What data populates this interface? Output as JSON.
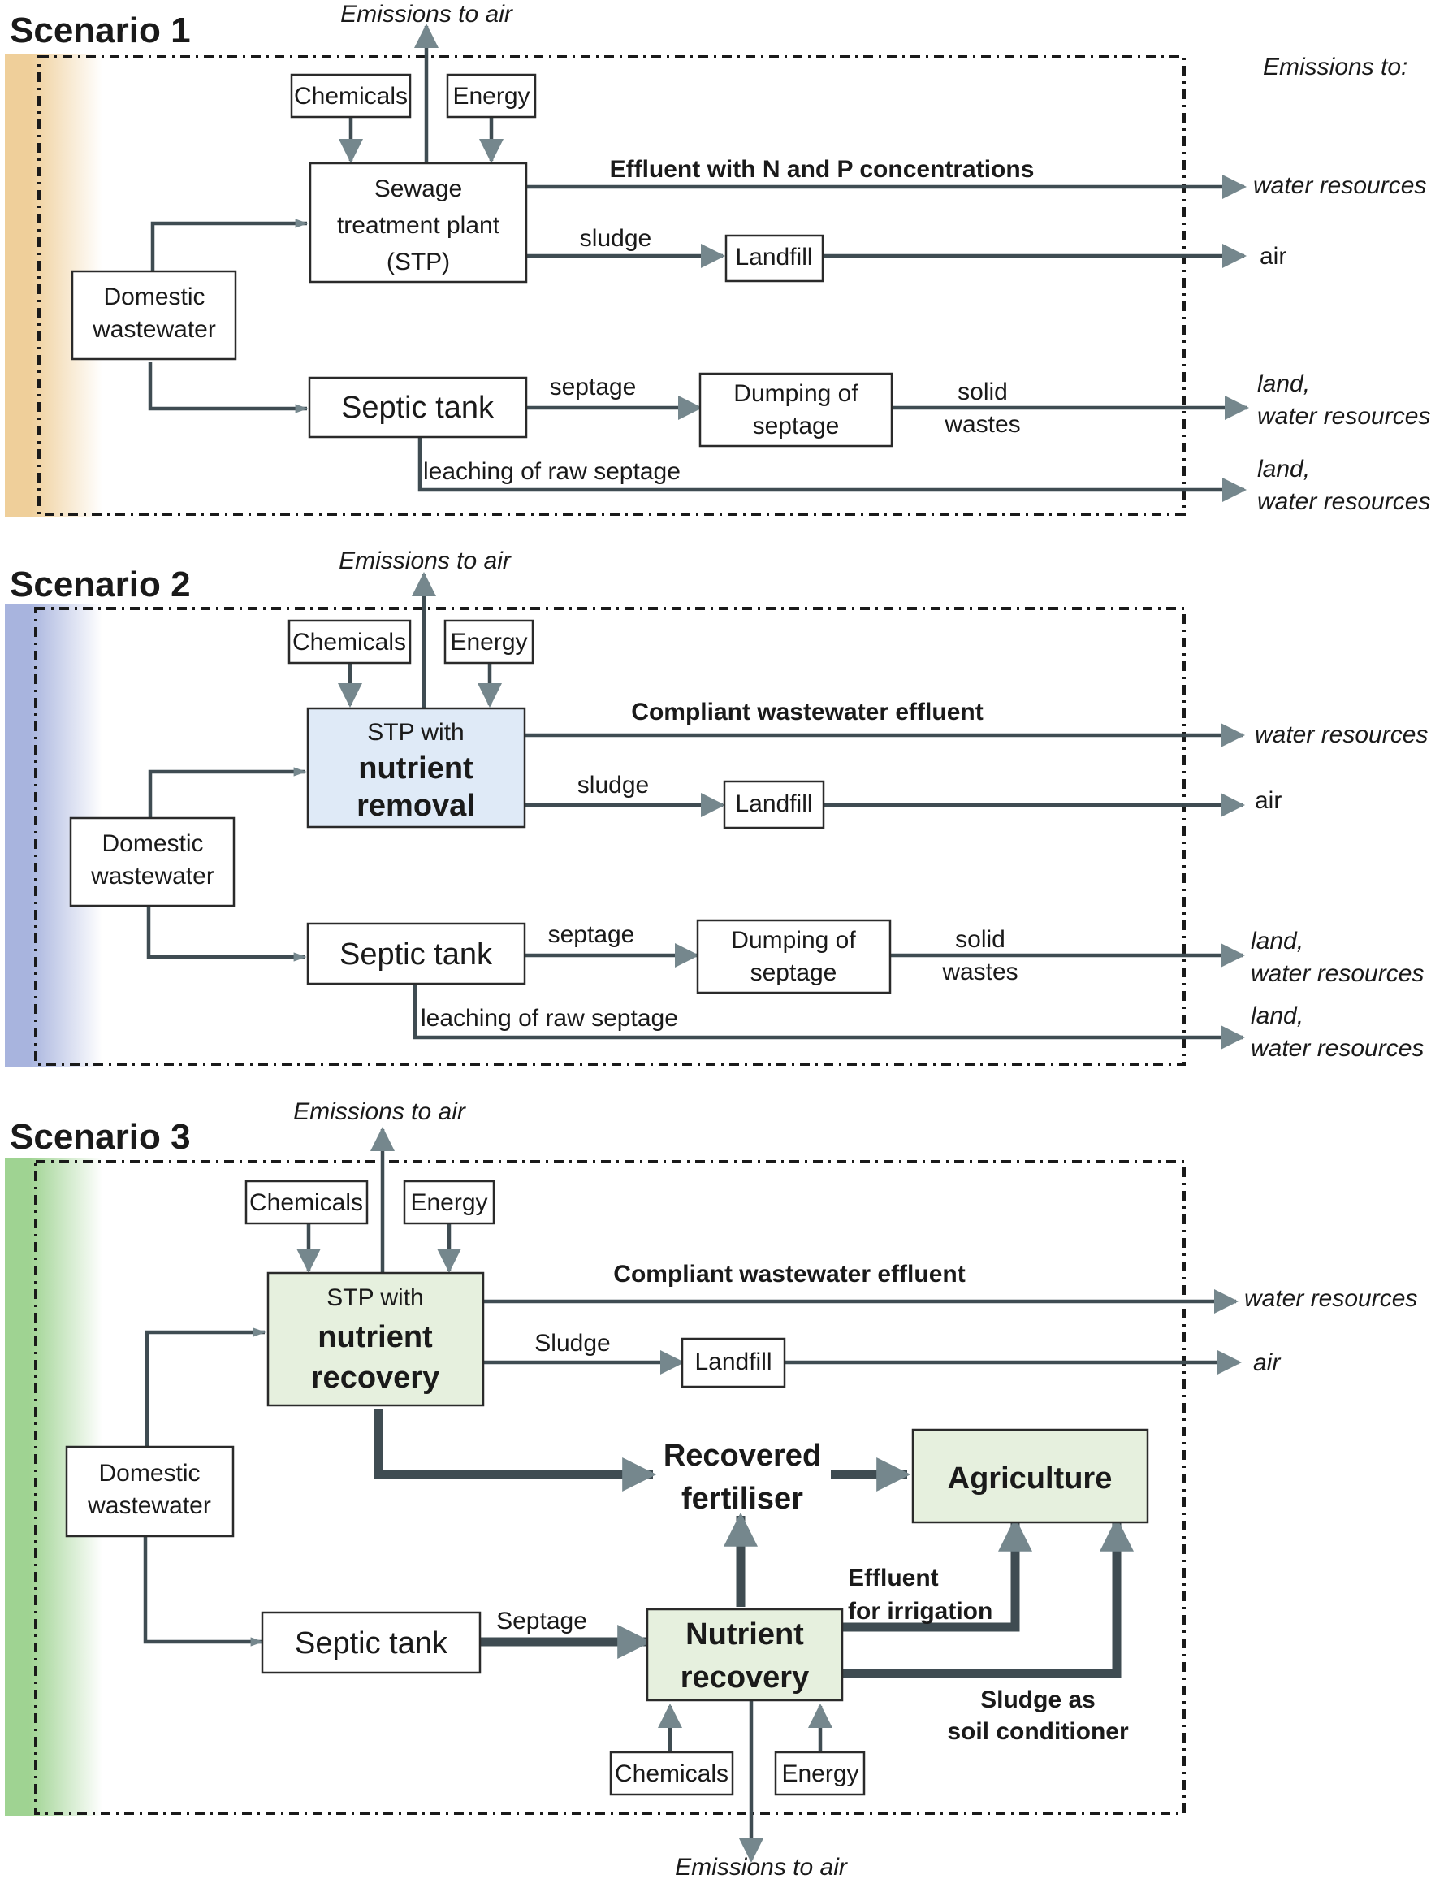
{
  "colors": {
    "scenario1_band": "#efcf9a",
    "scenario2_band": "#a8b4de",
    "scenario3_band": "#9fd392",
    "stp2_fill": "#dfeaf7",
    "stp3_fill": "#e6f0de",
    "arrow": "#3f4c52",
    "arrow_head": "#75878d"
  },
  "legend": {
    "emissions_to": "Emissions to:"
  },
  "scenario1": {
    "title": "Scenario 1",
    "emissions_top": "Emissions to air",
    "chemicals": "Chemicals",
    "energy": "Energy",
    "stp": [
      "Sewage",
      "treatment plant",
      "(STP)"
    ],
    "effluent": "Effluent with N and P concentrations",
    "sludge": "sludge",
    "landfill": "Landfill",
    "domestic": [
      "Domestic",
      "wastewater"
    ],
    "septic": "Septic tank",
    "septage": "septage",
    "dumping": [
      "Dumping of",
      "septage"
    ],
    "solid": [
      "solid",
      "wastes"
    ],
    "leaching": "leaching of raw septage",
    "out_water": "water resources",
    "out_air": "air",
    "out_land1": [
      "land,",
      "water resources"
    ],
    "out_land2": [
      "land,",
      "water resources"
    ]
  },
  "scenario2": {
    "title": "Scenario 2",
    "emissions_top": "Emissions to air",
    "chemicals": "Chemicals",
    "energy": "Energy",
    "stp": [
      "STP with",
      "nutrient",
      "removal"
    ],
    "effluent": "Compliant wastewater effluent",
    "sludge": "sludge",
    "landfill": "Landfill",
    "domestic": [
      "Domestic",
      "wastewater"
    ],
    "septic": "Septic tank",
    "septage": "septage",
    "dumping": [
      "Dumping of",
      "septage"
    ],
    "solid": [
      "solid",
      "wastes"
    ],
    "leaching": "leaching of raw septage",
    "out_water": "water resources",
    "out_air": "air",
    "out_land1": [
      "land,",
      "water resources"
    ],
    "out_land2": [
      "land,",
      "water resources"
    ]
  },
  "scenario3": {
    "title": "Scenario 3",
    "emissions_top": "Emissions to air",
    "chemicals": "Chemicals",
    "energy": "Energy",
    "stp": [
      "STP with",
      "nutrient",
      "recovery"
    ],
    "effluent": "Compliant wastewater effluent",
    "sludge": "Sludge",
    "landfill": "Landfill",
    "domestic": [
      "Domestic",
      "wastewater"
    ],
    "recovered": [
      "Recovered",
      "fertiliser"
    ],
    "agriculture": "Agriculture",
    "septic": "Septic tank",
    "septage": "Septage",
    "nutrient_recovery": [
      "Nutrient",
      "recovery"
    ],
    "effluent_irrigation": [
      "Effluent",
      "for irrigation"
    ],
    "sludge_soil": [
      "Sludge as",
      "soil conditioner"
    ],
    "chemicals_bottom": "Chemicals",
    "energy_bottom": "Energy",
    "emissions_bottom": "Emissions to air",
    "out_water": "water resources",
    "out_air": "air"
  }
}
